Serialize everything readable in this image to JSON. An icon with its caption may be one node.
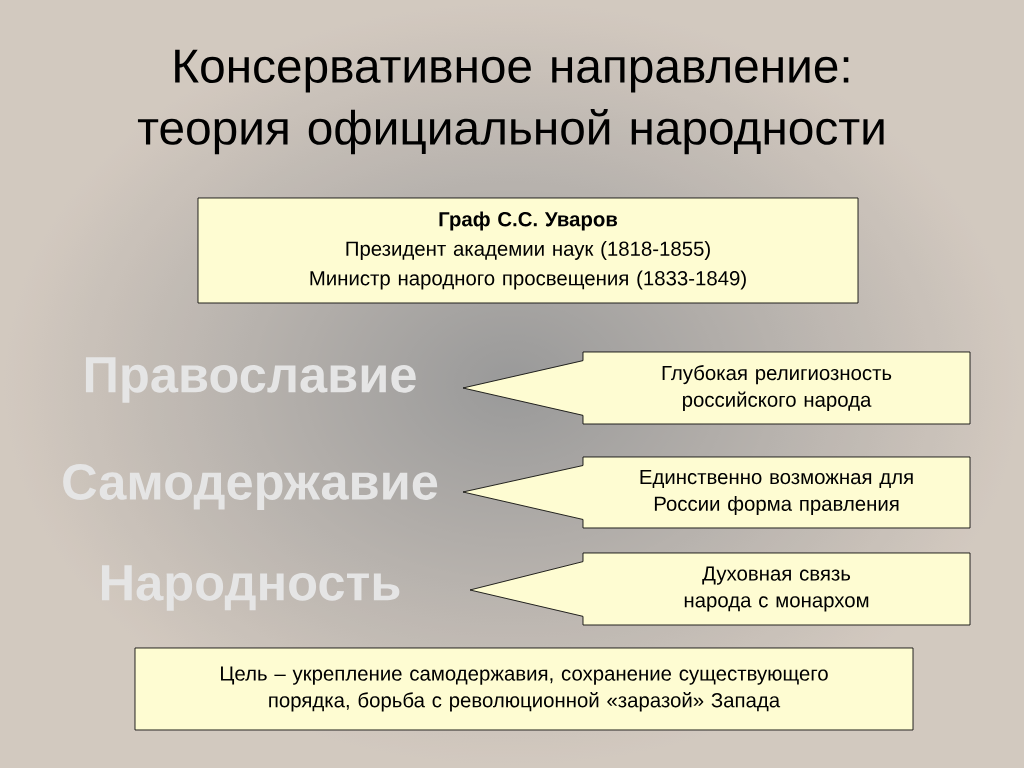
{
  "diagram": {
    "title": "Консервативное направление: теория официальной народности",
    "nodes": [
      {
        "text": [
          "Граф С.С. Уваров",
          "Президент академии наук (1818-1855)",
          "Министр народного просвещения (1833-1849)"
        ]
      },
      {
        "text": [
          "Глубокая религиозность российского народа"
        ]
      },
      {
        "text": [
          "Единственно возможная для России форма правления"
        ]
      },
      {
        "text": [
          "Духовная связь народа с монархом"
        ]
      },
      {
        "text": [
          "Цель – укрепление самодержавия, сохранение существующего порядка, борьба с революционной «заразой» Запада"
        ]
      }
    ],
    "labels": [
      "Православие",
      "Самодержавие",
      "Народность"
    ]
  }
}
